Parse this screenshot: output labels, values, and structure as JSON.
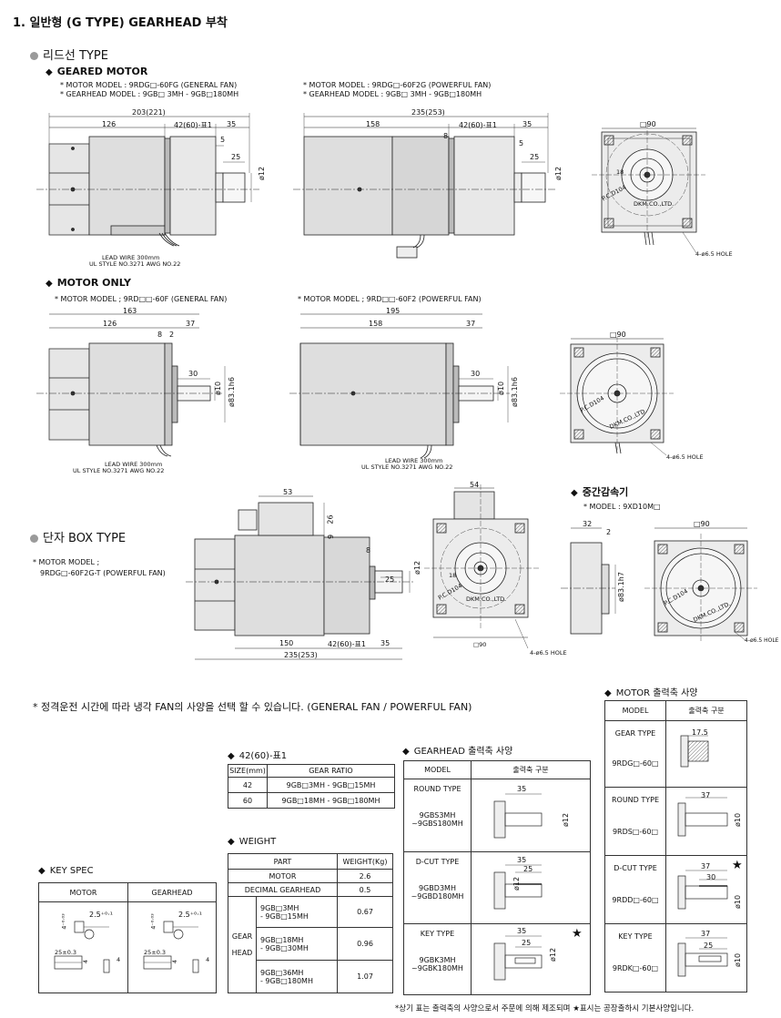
{
  "title": "1. 일반형 (G TYPE) GEARHEAD 부착",
  "lead_type": {
    "heading": "리드선 TYPE",
    "geared_motor": {
      "heading": "GEARED MOTOR",
      "left": {
        "motor_model": "* MOTOR MODEL : 9RDG□-60FG (GENERAL FAN)",
        "gearhead_model": "* GEARHEAD MODEL : 9GB□ 3MH - 9GB□180MH",
        "dims": {
          "total": "203(221)",
          "body": "126",
          "gear": "42(60)-표1",
          "shaft": "35",
          "d5": "5",
          "d25": "25",
          "phi": "ø12"
        },
        "lead_note_1": "LEAD WIRE 300mm",
        "lead_note_2": "UL STYLE NO.3271 AWG NO.22"
      },
      "right": {
        "motor_model": "* MOTOR MODEL : 9RDG□-60F2G (POWERFUL FAN)",
        "gearhead_model": "* GEARHEAD MODEL : 9GB□ 3MH - 9GB□180MH",
        "dims": {
          "total": "235(253)",
          "body": "158",
          "gear": "42(60)-표1",
          "shaft": "35",
          "d8": "8",
          "d5": "5",
          "d25": "25",
          "phi": "ø12"
        }
      },
      "front": {
        "square": "□90",
        "pcd": "P.C.D104",
        "d18": "18",
        "maker": "DKM.CO.,LTD.",
        "hole": "4-ø6.5 HOLE"
      }
    },
    "motor_only": {
      "heading": "MOTOR ONLY",
      "left": {
        "motor_model": "* MOTOR MODEL ; 9RD□□-60F (GENERAL FAN)",
        "dims": {
          "total": "163",
          "body": "126",
          "d37": "37",
          "d8": "8",
          "d2": "2",
          "d30": "30",
          "phi10": "ø10",
          "phi83": "ø83.1h6"
        },
        "lead_note_1": "LEAD WIRE 300mm",
        "lead_note_2": "UL STYLE NO.3271 AWG NO.22"
      },
      "right": {
        "motor_model": "* MOTOR MODEL ; 9RD□□-60F2 (POWERFUL FAN)",
        "dims": {
          "total": "195",
          "body": "158",
          "d37": "37",
          "d30": "30",
          "phi10": "ø10",
          "phi83": "ø83.1h6"
        },
        "lead_note_1": "LEAD WIRE 300mm",
        "lead_note_2": "UL STYLE NO.3271 AWG NO.22"
      },
      "front": {
        "square": "□90",
        "pcd": "P.C.D104",
        "maker": "DKM.CO.,LTD.",
        "hole": "4-ø6.5 HOLE"
      }
    }
  },
  "box_type": {
    "heading": "단자 BOX TYPE",
    "motor_model_1": "* MOTOR MODEL ;",
    "motor_model_2": "9RDG□-60F2G-T (POWERFUL FAN)",
    "dims": {
      "d53": "53",
      "d26": "26",
      "d9": "9",
      "d8": "8",
      "d25": "25",
      "d150": "150",
      "gear": "42(60)-표1",
      "shaft": "35",
      "total": "235(253)",
      "phi": "ø12"
    },
    "front": {
      "d54": "54",
      "d18": "18",
      "pcd": "P.C.D104",
      "maker": "DKM.CO.,LTD.",
      "square": "□90",
      "hole": "4-ø6.5 HOLE"
    }
  },
  "decimal": {
    "heading": "중간감속기",
    "model": "* MODEL : 9XD10M□",
    "dims": {
      "d32": "32",
      "d2": "2",
      "square": "□90",
      "phi": "ø83.1h7",
      "pcd": "P.C.D104",
      "maker": "DKM.CO.,LTD.",
      "hole": "4-ø6.5 HOLE"
    }
  },
  "fan_note": "* 정격운전 시간에 따라 냉각 FAN의 사양을 선택 할 수 있습니다. (GENERAL FAN / POWERFUL FAN)",
  "table1": {
    "heading": "42(60)-표1",
    "headers": [
      "SIZE(mm)",
      "GEAR RATIO"
    ],
    "rows": [
      [
        "42",
        "9GB□3MH - 9GB□15MH"
      ],
      [
        "60",
        "9GB□18MH - 9GB□180MH"
      ]
    ]
  },
  "weight": {
    "heading": "WEIGHT",
    "headers": [
      "PART",
      "WEIGHT(Kg)"
    ],
    "motor": [
      "MOTOR",
      "2.6"
    ],
    "decimal": [
      "DECIMAL GEARHEAD",
      "0.5"
    ],
    "gear_head_label_1": "GEAR",
    "gear_head_label_2": "HEAD",
    "rows": [
      {
        "l1": "9GB□3MH",
        "l2": "- 9GB□15MH",
        "w": "0.67"
      },
      {
        "l1": "9GB□18MH",
        "l2": "- 9GB□30MH",
        "w": "0.96"
      },
      {
        "l1": "9GB□36MH",
        "l2": "- 9GB□180MH",
        "w": "1.07"
      }
    ]
  },
  "key_spec": {
    "heading": "KEY SPEC",
    "cols": [
      "MOTOR",
      "GEARHEAD"
    ],
    "motor": {
      "k1": "4⁻⁰·⁰³",
      "k2": "2.5⁺⁰·¹",
      "k3": "25±0.3",
      "k4": "4",
      "k5": "4"
    },
    "gear": {
      "k1": "4⁻⁰·⁰³",
      "k2": "2.5⁺⁰·¹",
      "k3": "25±0.3",
      "k4": "4",
      "k5": "4"
    }
  },
  "gearhead_out": {
    "heading": "GEARHEAD 출력축 사양",
    "headers": [
      "MODEL",
      "출력축 구분"
    ],
    "rows": [
      {
        "type": "ROUND TYPE",
        "m1": "9GBS3MH",
        "m2": "~9GBS180MH",
        "d1": "35",
        "d2": "",
        "phi": "ø12",
        "star": ""
      },
      {
        "type": "D-CUT TYPE",
        "m1": "9GBD3MH",
        "m2": "~9GBD180MH",
        "d1": "35",
        "d2": "25",
        "phi": "ø12",
        "star": ""
      },
      {
        "type": "KEY TYPE",
        "m1": "9GBK3MH",
        "m2": "~9GBK180MH",
        "d1": "35",
        "d2": "25",
        "phi": "ø12",
        "star": "★"
      }
    ]
  },
  "motor_out": {
    "heading": "MOTOR 출력축 사양",
    "headers": [
      "MODEL",
      "출력축 구분"
    ],
    "rows": [
      {
        "type": "GEAR TYPE",
        "m": "9RDG□-60□",
        "d1": "17.5",
        "d2": "",
        "phi": "",
        "star": ""
      },
      {
        "type": "ROUND TYPE",
        "m": "9RDS□-60□",
        "d1": "37",
        "d2": "",
        "phi": "ø10",
        "star": ""
      },
      {
        "type": "D-CUT TYPE",
        "m": "9RDD□-60□",
        "d1": "37",
        "d2": "30",
        "phi": "ø10",
        "star": "★"
      },
      {
        "type": "KEY TYPE",
        "m": "9RDK□-60□",
        "d1": "37",
        "d2": "25",
        "phi": "ø10",
        "star": ""
      }
    ]
  },
  "footer_note": "*상기 표는 출력축의 사양으로서 주문에 의해 제조되며 ★표시는 공장출하시 기본사양입니다."
}
